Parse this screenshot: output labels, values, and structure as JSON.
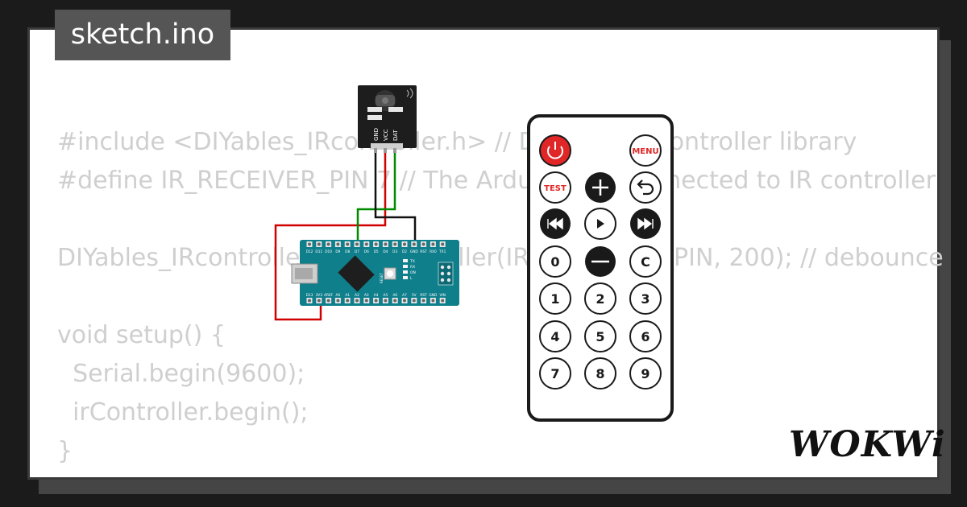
{
  "project": {
    "filename": "sketch.ino"
  },
  "code_lines": [
    "#include <DIYables_IRcontroller.h> // DIYables_IRcontroller library",
    "#define IR_RECEIVER_PIN 7 // The Arduino pin connected to IR controller",
    "",
    "DIYables_IRcontroller_21 irController(IR_RECEIVER_PIN, 200); // debounce",
    "",
    "void setup() {",
    "  Serial.begin(9600);",
    "  irController.begin();",
    "}"
  ],
  "ir_receiver": {
    "pins": [
      "GND",
      "VCC",
      "DAT"
    ]
  },
  "arduino_nano": {
    "top_pins": [
      "D12",
      "D11",
      "D10",
      "D9",
      "D8",
      "D7",
      "D6",
      "D5",
      "D4",
      "D3",
      "D2",
      "GND",
      "RST",
      "RX0",
      "TX1"
    ],
    "bottom_pins": [
      "D13",
      "3V3",
      "AREF",
      "A0",
      "A1",
      "A2",
      "A3",
      "A4",
      "A5",
      "A6",
      "A7",
      "5V",
      "RST",
      "GND",
      "VIN"
    ],
    "leds": [
      "TX",
      "RX",
      "ON",
      "L"
    ],
    "reset_label": "RESET"
  },
  "remote": {
    "menu_label": "MENU",
    "test_label": "TEST",
    "keys": [
      "0",
      "C",
      "1",
      "2",
      "3",
      "4",
      "5",
      "6",
      "7",
      "8",
      "9"
    ]
  },
  "brand": {
    "logo_text": "WOKWi"
  },
  "colors": {
    "wire_red": "#d10000",
    "wire_green": "#008a00",
    "wire_black": "#111111",
    "board_teal": "#0f7f8c",
    "remote_red": "#e02626",
    "remote_dark": "#1a1a1a"
  }
}
